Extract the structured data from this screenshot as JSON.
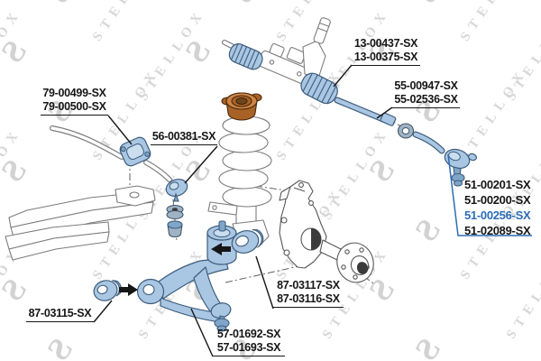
{
  "watermark": {
    "brand": "STELLOX",
    "logo_glyph": "S"
  },
  "colors": {
    "part_fill": "#a9c6e2",
    "part_stroke": "#3d5c7d",
    "highlight_blue": "#2d6cb5",
    "leader": "#161616",
    "mount_orange": "#cd8443",
    "watermark": "#d7d7d7",
    "watermark2": "#d2d2d2"
  },
  "labels": {
    "rack_boot": {
      "lines": [
        "13-00437-SX",
        "13-00375-SX"
      ]
    },
    "inner_tie_rod": {
      "lines": [
        "55-00947-SX",
        "55-02536-SX"
      ]
    },
    "stabilizer_bushing": {
      "lines": [
        "79-00499-SX",
        "79-00500-SX"
      ]
    },
    "stabilizer_link": {
      "lines": [
        "56-00381-SX"
      ]
    },
    "tie_rod_end": {
      "lines": [
        "51-00201-SX",
        "51-00200-SX",
        "51-00256-SX",
        "51-02089-SX"
      ],
      "highlighted": "51-00256-SX"
    },
    "arm_rear_bushing": {
      "lines": [
        "87-03117-SX",
        "87-03116-SX"
      ]
    },
    "arm_front_bushing": {
      "lines": [
        "87-03115-SX"
      ]
    },
    "control_arm": {
      "lines": [
        "57-01692-SX",
        "57-01693-SX"
      ]
    }
  }
}
